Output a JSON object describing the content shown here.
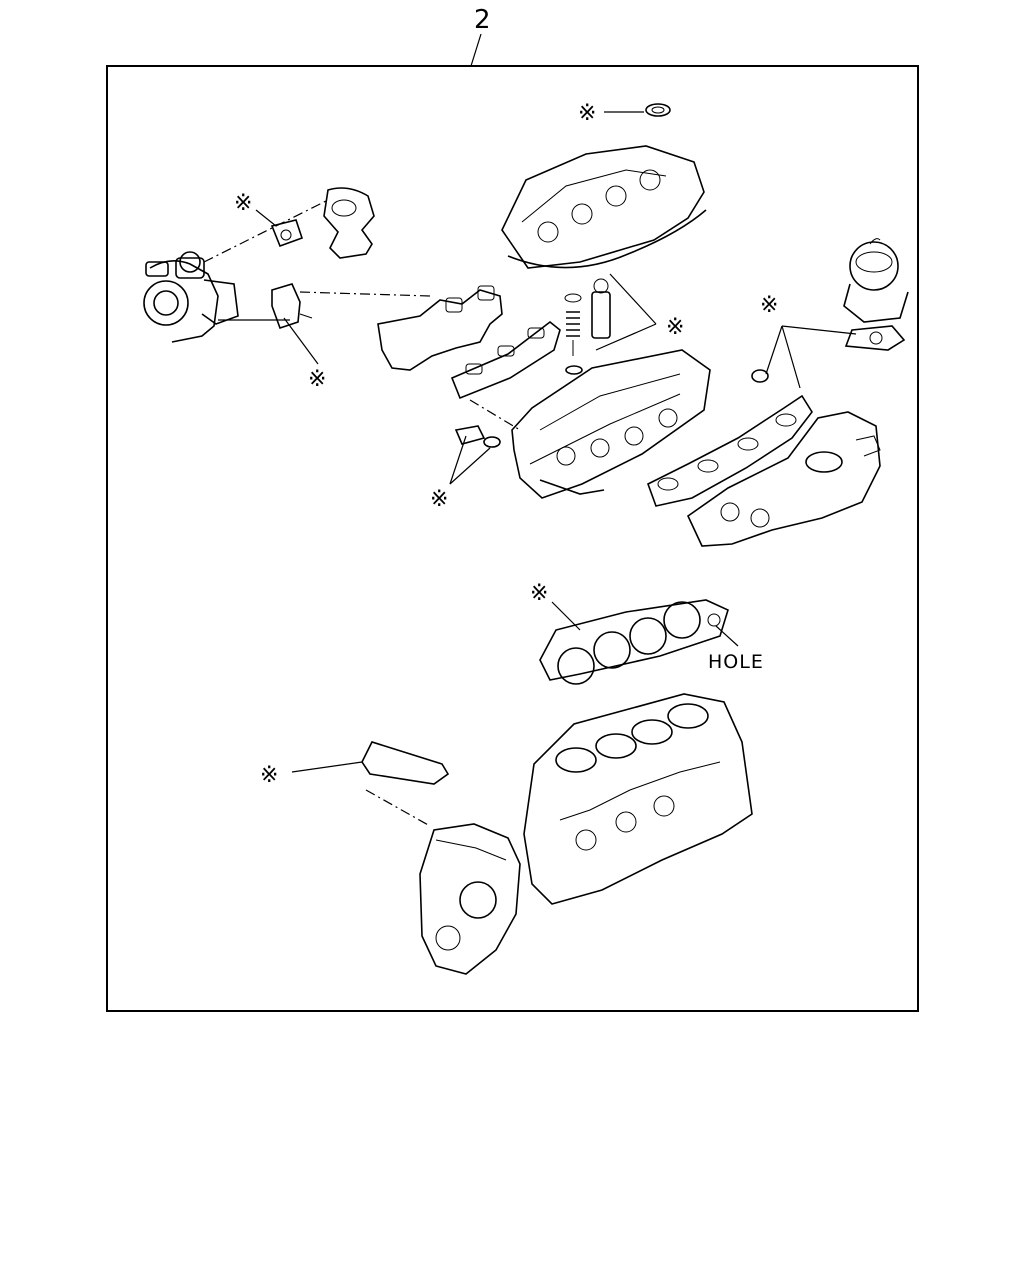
{
  "callout": {
    "number": "2"
  },
  "labels": {
    "hole": "HOLE"
  },
  "markers": {
    "symbol": "※",
    "items": [
      {
        "id": "oil-seal"
      },
      {
        "id": "turbo-gasket"
      },
      {
        "id": "manifold-bracket"
      },
      {
        "id": "injector-seals"
      },
      {
        "id": "egr-gasket"
      },
      {
        "id": "water-outlet-gasket"
      },
      {
        "id": "head-gasket"
      },
      {
        "id": "timing-cover-gasket"
      }
    ]
  }
}
